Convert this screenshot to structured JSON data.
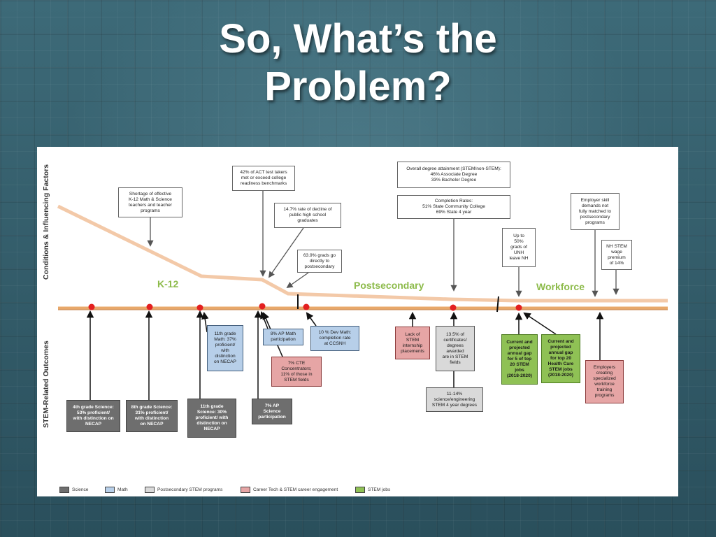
{
  "slide": {
    "title_line1": "So, What’s the",
    "title_line2": "Problem?"
  },
  "diagram": {
    "axis_top": "Conditions & Influencing Factors",
    "axis_bottom": "STEM-Related Outcomes",
    "stages": {
      "k12": "K-12",
      "post": "Postsecondary",
      "work": "Workforce"
    },
    "top_boxes": {
      "shortage": "Shortage of effective\nK-12 Math & Science\nteachers and teacher\nprograms",
      "act": "42% of ACT test takers\nmet or exceed college\nreadiness benchmarks",
      "decline": "14.7% rate of decline of\npublic high school\ngraduates",
      "grads": "63.9% grads go\ndirectly to\npostsecondary",
      "attainment": "Overall degree attainment (STEM/non-STEM):\n46% Associate Degree\n33% Bachelor Degree",
      "completion": "Completion Rates:\n51% State Community College\n69% State 4 year",
      "unh": "Up to\n50%\ngrads of\nUNH\nleave NH",
      "employer": "Employer skill\ndemands not\nfully matched to\npostsecondary\nprograms",
      "wage": "NH STEM\nwage\npremium\nof 14%"
    },
    "bottom_boxes": {
      "g4": "4th grade Science:\n53% proficient/\nwith distinction on\nNECAP",
      "g8": "8th grade Science:\n31% proficient/\nwith distinction\non NECAP",
      "g11sci": "11th grade\nScience: 30%\nproficient/ with\ndistinction on\nNECAP",
      "g11math": "11th grade\nMath: 37%\nproficient/\nwith\ndistinction\non NECAP",
      "ap_sci": "7% AP\nScience\nparticipation",
      "ap_math": "8% AP Math\nparticipation",
      "cte": "7% CTE\nConcentrators;\n11% of those in\nSTEM fields",
      "devmath": "10 % Dev Math:\ncompletion rate\nat CCSNH",
      "internship": "Lack of\nSTEM\ninternship\nplacements",
      "certs": "13.5% of\ncertificates/\ndegrees\nawarded\nare in STEM\nfields",
      "sci_eng": "11-14%\nscience/engineering\nSTEM 4 year degrees",
      "gap9": "Current and\nprojected\nannual gap\nfor 5 of top\n20 STEM\njobs\n(2018-2020)",
      "gap20": "Current and\nprojected\nannual gap\nfor top 20\nHealth Care\nSTEM jobs\n(2018-2020)",
      "training": "Employers\ncreating\nspecialized\nworkforce\ntraining\nprograms"
    },
    "legend": {
      "science": "Science",
      "math": "Math",
      "post": "Postsecondary STEM programs",
      "ctc": "Career Tech & STEM career engagement",
      "jobs": "STEM jobs"
    },
    "colors": {
      "timeline": "#e8a86a",
      "curve": "#f3c9a8",
      "dot": "#e32020",
      "stage_text": "#8dbb4b"
    }
  }
}
